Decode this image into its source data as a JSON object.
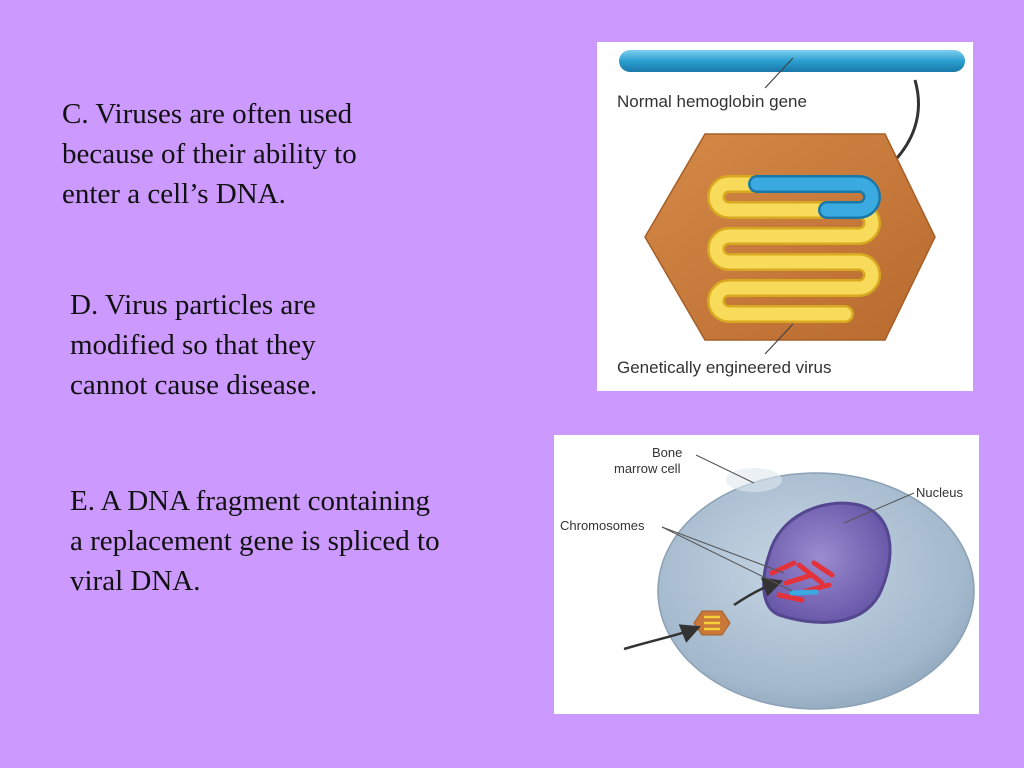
{
  "slide": {
    "background_color": "#cc99ff",
    "paragraphs": {
      "c": "C. Viruses are often used\nbecause of their ability to\nenter a cell’s DNA.",
      "d": "D. Virus particles are\nmodified so that they\ncannot cause disease.",
      "e": "E. A DNA fragment containing\na replacement gene is spliced to\nviral DNA."
    }
  },
  "figure_virus": {
    "label_gene": "Normal hemoglobin gene",
    "label_virus": "Genetically engineered virus",
    "colors": {
      "gene": "#2a9fd0",
      "capsid": "#c9783a",
      "viral_dna": "#f5cf3a"
    }
  },
  "figure_cell": {
    "label_bone_line1": "Bone",
    "label_bone_line2": "marrow cell",
    "label_nucleus": "Nucleus",
    "label_chromosomes": "Chromosomes",
    "colors": {
      "cell": "#a9bdd0",
      "nucleus": "#7566b0",
      "chromosome": "#e2333d"
    }
  }
}
